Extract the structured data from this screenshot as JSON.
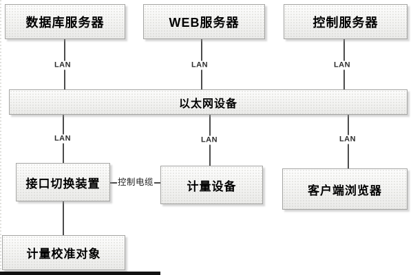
{
  "diagram": {
    "title_hint": "network-metering-system-diagram",
    "nodes": [
      {
        "id": "db-server",
        "label": "数据库服务器"
      },
      {
        "id": "web-server",
        "label": "WEB服务器"
      },
      {
        "id": "control-server",
        "label": "控制服务器"
      },
      {
        "id": "ethernet-device",
        "label": "以太网设备"
      },
      {
        "id": "interface-switch",
        "label": "接口切换装置"
      },
      {
        "id": "metering-device",
        "label": "计量设备"
      },
      {
        "id": "client-browser",
        "label": "客户端浏览器"
      },
      {
        "id": "calibration-object",
        "label": "计量校准对象"
      }
    ],
    "edge_labels": {
      "lan": "LAN",
      "control_cable": "控制电缆"
    },
    "edges": [
      {
        "from": "db-server",
        "to": "ethernet-device",
        "label": "LAN"
      },
      {
        "from": "web-server",
        "to": "ethernet-device",
        "label": "LAN"
      },
      {
        "from": "control-server",
        "to": "ethernet-device",
        "label": "LAN"
      },
      {
        "from": "ethernet-device",
        "to": "interface-switch",
        "label": "LAN"
      },
      {
        "from": "ethernet-device",
        "to": "metering-device",
        "label": "LAN"
      },
      {
        "from": "ethernet-device",
        "to": "client-browser",
        "label": "LAN"
      },
      {
        "from": "interface-switch",
        "to": "metering-device",
        "label": "控制电缆"
      },
      {
        "from": "interface-switch",
        "to": "calibration-object",
        "label": ""
      }
    ],
    "colors": {
      "box_fill": "#f3f3f1",
      "box_border": "#a3a3a1",
      "line": "#4a4a4a",
      "text": "#000000",
      "bottom_bar": "#111111",
      "background": "#ffffff"
    }
  }
}
